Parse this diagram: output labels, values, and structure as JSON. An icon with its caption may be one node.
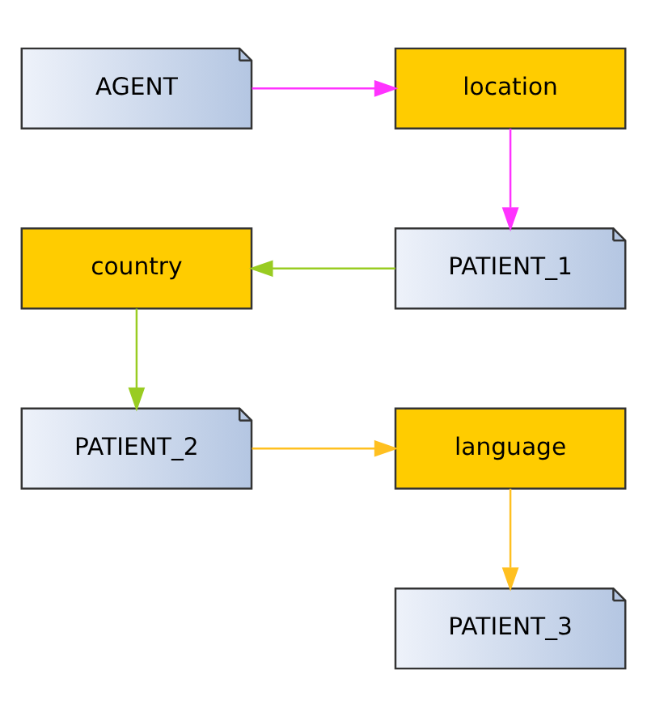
{
  "diagram": {
    "nodes": [
      {
        "text": [
          "AGENT"
        ]
      },
      {
        "text": [
          "location"
        ]
      },
      {
        "text": [
          "PATIENT_1"
        ]
      },
      {
        "text": [
          "country"
        ]
      },
      {
        "text": [
          "PATIENT_2"
        ]
      },
      {
        "text": [
          "language"
        ]
      },
      {
        "text": [
          "PATIENT_3"
        ]
      }
    ],
    "edges": [
      {
        "from": 0,
        "to": 1,
        "arrow": "to",
        "color": "#ff33ff"
      },
      {
        "from": 1,
        "to": 2,
        "arrow": "to",
        "color": "#ff33ff"
      },
      {
        "from": 2,
        "to": 3,
        "arrow": "to",
        "color": "#99cc22"
      },
      {
        "from": 3,
        "to": 4,
        "arrow": "to",
        "color": "#99cc22"
      },
      {
        "from": 4,
        "to": 5,
        "arrow": "to",
        "color": "#ffc020"
      },
      {
        "from": 5,
        "to": 6,
        "arrow": "to",
        "color": "#ffc020"
      }
    ]
  }
}
